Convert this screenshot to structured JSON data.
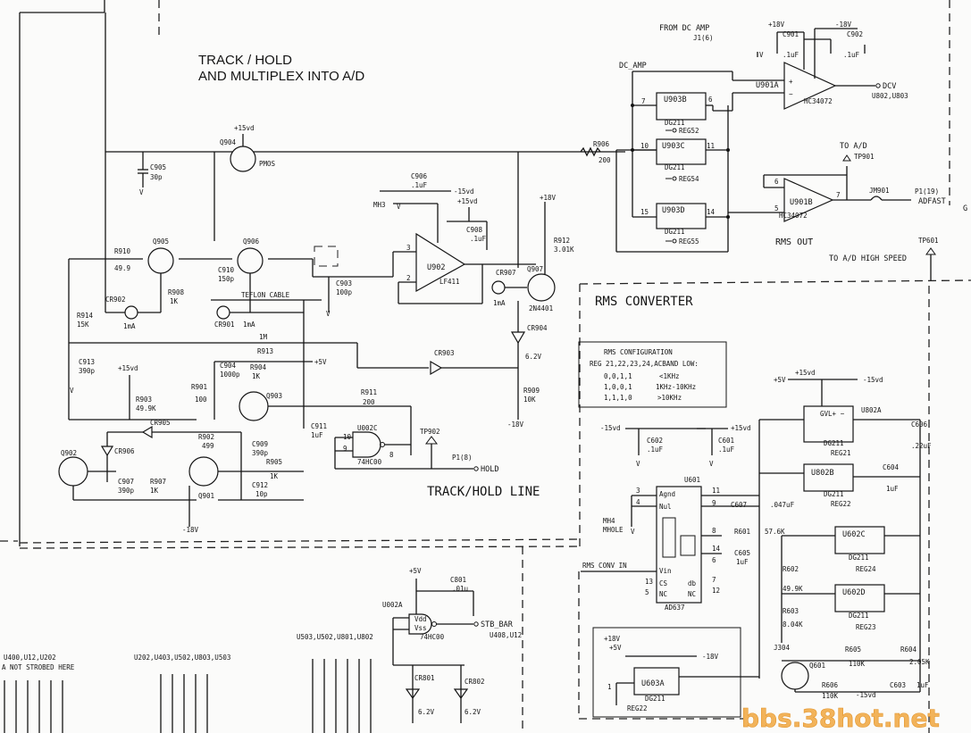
{
  "titles": {
    "track_hold_1": "TRACK / HOLD",
    "track_hold_2": "AND MULTIPLEX INTO A/D",
    "track_hold_line": "TRACK/HOLD LINE",
    "rms_converter": "RMS CONVERTER",
    "rms_out": "RMS OUT",
    "to_ad": "TO A/D",
    "to_ad_high_speed": "TO A/D HIGH SPEED",
    "from_dc_amp": "FROM DC AMP",
    "j1": "J1(6)",
    "dc_amp": "DC_AMP"
  },
  "rms_config": {
    "title": "RMS CONFIGURATION",
    "regs": "REG 21,22,23,24,ACBAND LOW:",
    "r1_bits": "0,0,1,1",
    "r1_range": "<1KHz",
    "r2_bits": "1,0,0,1",
    "r2_range": "1KHz-10KHz",
    "r3_bits": "1,1,1,0",
    "r3_range": ">10KHz"
  },
  "chips": {
    "u903b": "U903B",
    "u903c": "U903C",
    "u903d": "U903D",
    "dg211": "DG211",
    "u901a": "U901A",
    "u901b": "U901B",
    "hc34072": "HC34072",
    "u902": "U902",
    "lf411": "LF411",
    "u002c": "U002C",
    "hc00": "74HC00",
    "u802a": "U802A",
    "u802b": "U802B",
    "u602c": "U602C",
    "u602d": "U602D",
    "u603a": "U603A",
    "u601": "U601",
    "ad637": "AD637",
    "u002a": "U002A",
    "hc00b": "74HC00"
  },
  "nets": {
    "dcv": "DCV",
    "u802_u803": "U802,U803",
    "reg52": "REG52",
    "reg54": "REG54",
    "reg55": "REG55",
    "tp901": "TP901",
    "tp902": "TP902",
    "tp601": "TP601",
    "jm901": "JM901",
    "p1_19": "P1(19)",
    "adfast": "ADFAST",
    "p1_8": "P1(8)",
    "hold": "HOLD",
    "plus15vd": "+15vd",
    "minus15vd": "-15vd",
    "plus15v": "+15V",
    "minus15v": "-15V",
    "plus5v": "+5V",
    "minus18v": "-18V",
    "plus18v": "+18V",
    "minus10v": "-18V",
    "teflon": "TEFLON CABLE",
    "mh3": "MH3",
    "mh4": "MH4",
    "mhole": "MHOLE",
    "stb_bar": "STB_BAR",
    "u408_u12": "U408,U12",
    "rms_conv_in": "RMS CONV IN",
    "reg21": "REG21",
    "reg22": "REG22",
    "reg23": "REG23",
    "reg24": "REG24",
    "reg22b": "REG22",
    "j304": "J304",
    "bus1": "U503,U502,U801,U802",
    "bus2": "U202,U403,U502,U803,U503",
    "bus3": "U400,U12,U202",
    "not_strobed": "A NOT STROBED HERE",
    "g": "G"
  },
  "parts": {
    "q904": "Q904",
    "pmos": "PMOS",
    "c905": "C905",
    "c905v": "30p",
    "r910": "R910",
    "r910v": "49.9",
    "q905": "Q905",
    "q906": "Q906",
    "c910": "C910",
    "c910v": "150p",
    "r908": "R908",
    "r908v": "1K",
    "cr902": "CR902",
    "cr901": "CR901",
    "cr_v": "1mA",
    "r914": "R914",
    "r914v": "15K",
    "c913": "C913",
    "c913v": "390p",
    "r913": "R913",
    "r913v": "1M",
    "c904": "C904",
    "c904v": "1000p",
    "r904": "R904",
    "r904v": "1K",
    "r901": "R901",
    "r901v": "100",
    "r903": "R903",
    "r903v": "49.9K",
    "q903": "Q903",
    "r911": "R911",
    "r911v": "200",
    "c911": "C911",
    "c911v": "1uF",
    "cr905": "CR905",
    "cr906": "CR906",
    "q902": "Q902",
    "q901": "Q901",
    "r902": "R902",
    "r902v": "499",
    "c909": "C909",
    "c909v": "390p",
    "r905": "R905",
    "r905v": "1K",
    "c912": "C912",
    "c912v": "10p",
    "c907": "C907",
    "c907v": "390p",
    "r907": "R907",
    "r907v": "1K",
    "c906": "C906",
    "c906v": ".1uF",
    "c903": "C903",
    "c903v": "100p",
    "c908": "C908",
    "c908v": ".1uF",
    "r906": "R906",
    "r906v": "200",
    "q907": "Q907",
    "q907t": "2N4401",
    "cr907": "CR907",
    "r912": "R912",
    "r912v": "3.01K",
    "cr904": "CR904",
    "cr904v": "6.2V",
    "cr903": "CR903",
    "r909": "R909",
    "r909v": "10K",
    "c901": "C901",
    "c901v": ".1uF",
    "c902": "C902",
    "c902v": ".1uF",
    "c602": "C602",
    "c602v": ".1uF",
    "c601": "C601",
    "c601v": ".1uF",
    "c607": "C607",
    "c607v": ".047uF",
    "r601": "R601",
    "r601v": "57.6K",
    "c605": "C605",
    "c605v": "1uF",
    "r602": "R602",
    "r602v": "49.9K",
    "r603": "R603",
    "r603v": "8.04K",
    "c606": "C606",
    "c606v": ".22uF",
    "c604": "C604",
    "c604v": "1uF",
    "r605": "R605",
    "r605v": "110K",
    "r604": "R604",
    "r604v": "2.05K",
    "r606": "R606",
    "r606v": "110K",
    "c603": "C603",
    "c603v": "1uF",
    "q601": "Q601",
    "c801": "C801",
    "c801v": ".01u",
    "cr801": "CR801",
    "cr802": "CR802",
    "crv": "6.2V"
  },
  "watermark": "bbs.38hot.net"
}
